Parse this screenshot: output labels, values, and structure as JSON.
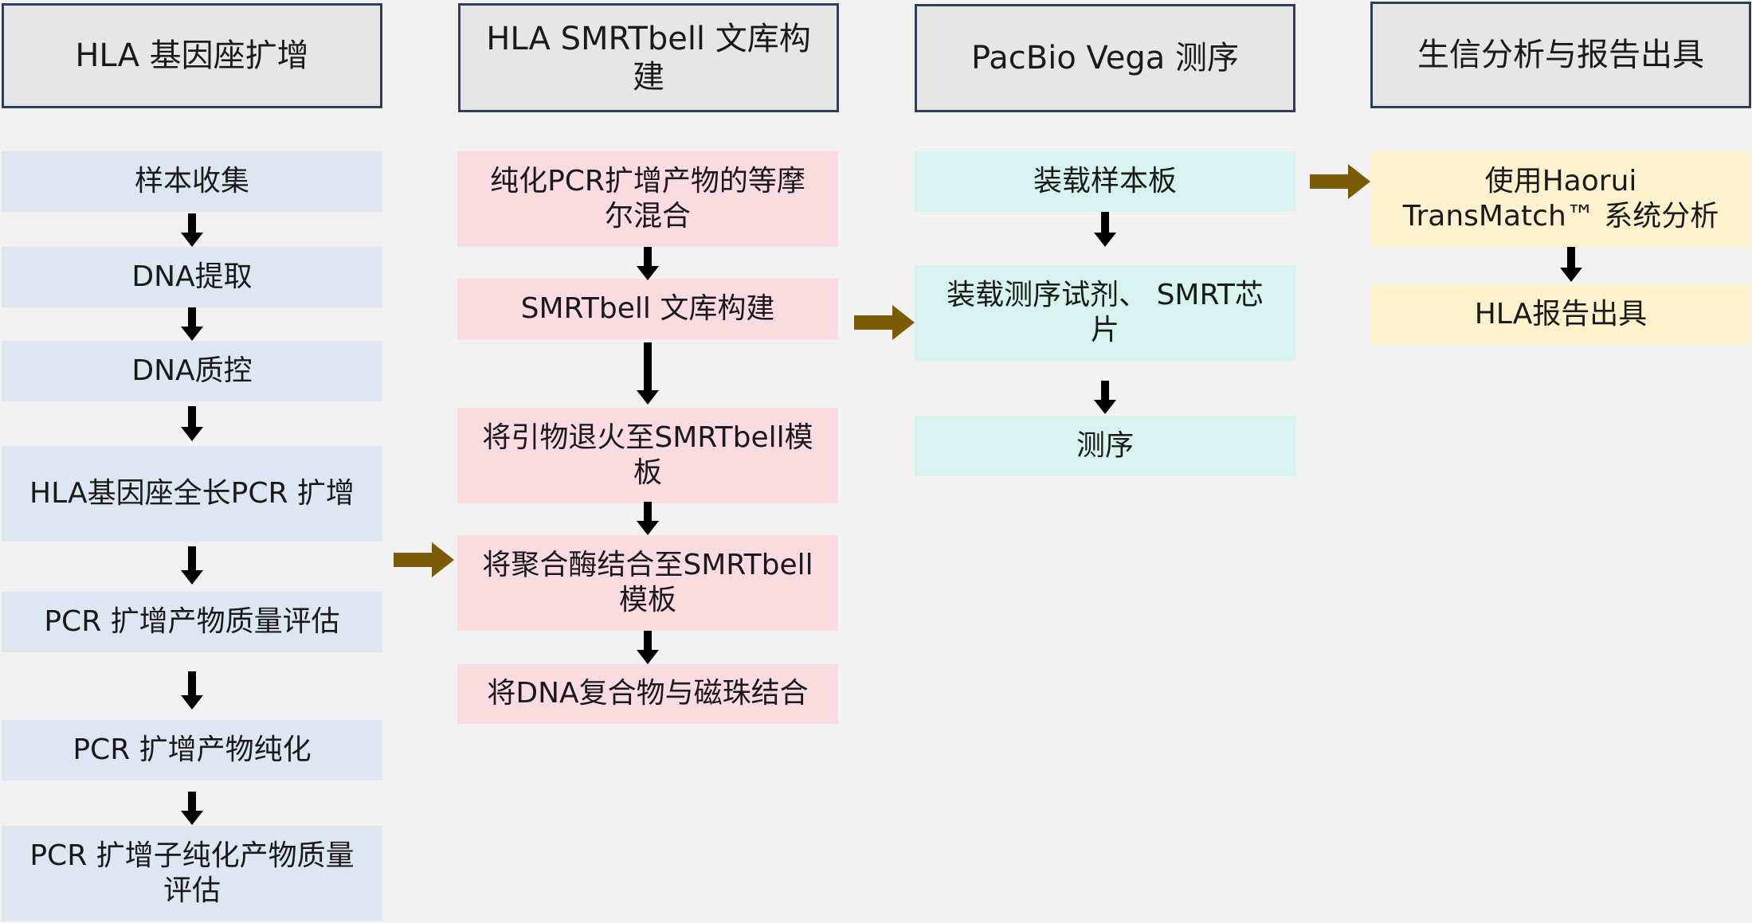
{
  "colors": {
    "header_bg": "#e6e6e6",
    "header_border": "#2f3e5c",
    "blue": "#dee7f1",
    "pink": "#f9dbe0",
    "cyan": "#d6f3ef",
    "yellow": "#fdf2cd",
    "down_arrow": "#000000",
    "right_arrow": "#7a5c08"
  },
  "columns": [
    {
      "header": "HLA 基因座扩增",
      "steps": [
        "样本收集",
        "DNA提取",
        "DNA质控",
        "HLA基因座全长PCR 扩增",
        "PCR 扩增产物质量评估",
        "PCR 扩增产物纯化",
        "PCR 扩增子纯化产物质量评估"
      ]
    },
    {
      "header": "HLA SMRTbell 文库构建",
      "steps": [
        "纯化PCR扩增产物的等摩尔混合",
        "SMRTbell 文库构建",
        "将引物退火至SMRTbell模板",
        "将聚合酶结合至SMRTbell模板",
        "将DNA复合物与磁珠结合"
      ]
    },
    {
      "header": "PacBio Vega 测序",
      "steps": [
        "装载样本板",
        "装载测序试剂、 SMRT芯片",
        "测序"
      ]
    },
    {
      "header": "生信分析与报告出具",
      "steps": [
        "使用Haorui TransMatch™ 系统分析",
        "HLA报告出具"
      ]
    }
  ],
  "icons": {
    "down_arrow": "arrow-down-icon",
    "right_arrow": "arrow-right-icon"
  }
}
